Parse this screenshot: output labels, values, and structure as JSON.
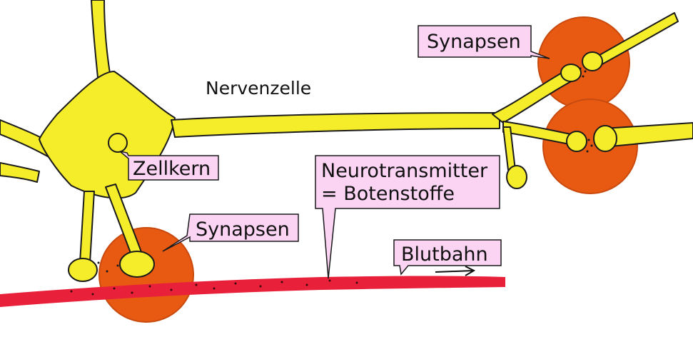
{
  "diagram": {
    "title": "Nervenzelle",
    "labels": {
      "zellkern": "Zellkern",
      "synapsen_top": "Synapsen",
      "synapsen_bottom": "Synapsen",
      "neurotransmitter_line1": "Neurotransmitter",
      "neurotransmitter_line2": "= Botenstoffe",
      "blutbahn": "Blutbahn"
    },
    "colors": {
      "neuron": "#f5ec2a",
      "neuron_outline": "#1a1a1a",
      "synapse": "#e85a12",
      "blood": "#e8203a",
      "label_fill": "#fbd3f3",
      "label_border": "#1a1a1a"
    }
  }
}
